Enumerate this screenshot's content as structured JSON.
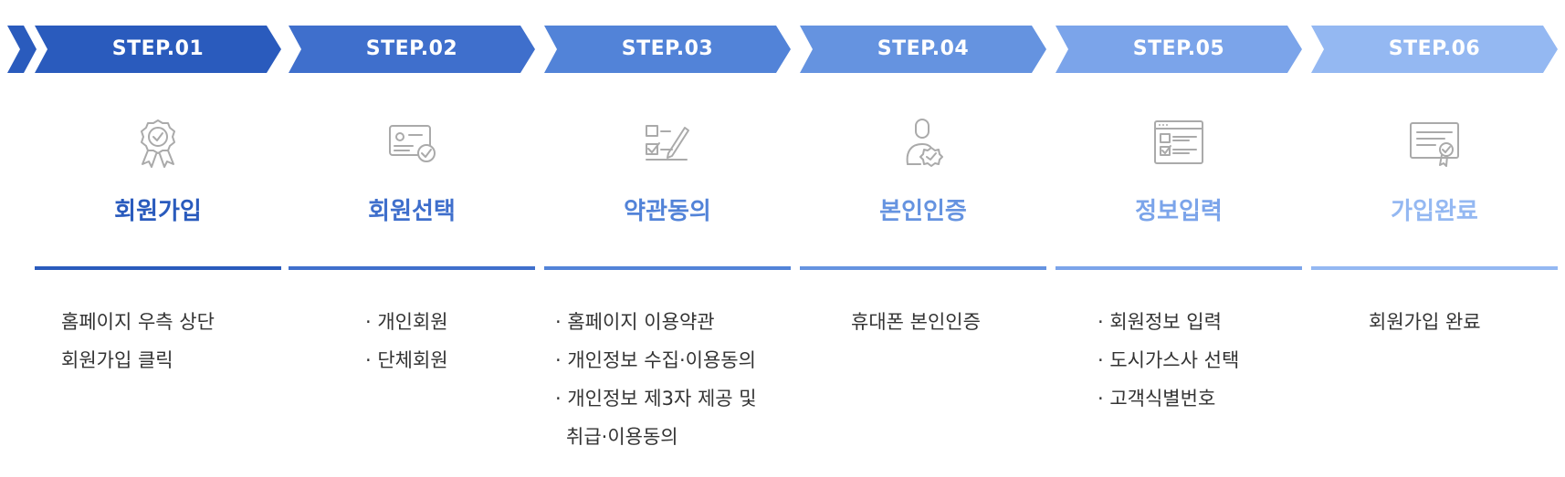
{
  "colors": {
    "step1": "#2a5bbd",
    "step2": "#3f6fcc",
    "step3": "#5283d8",
    "step4": "#6593e0",
    "step5": "#7ba4ea",
    "step6": "#94b8f2",
    "desc_text": "#333333",
    "icon_stroke": "#aaaaaa"
  },
  "steps": [
    {
      "label": "STEP.01",
      "title": "회원가입",
      "icon": "certificate-badge-icon",
      "lines": [
        {
          "text": "홈페이지 우측 상단"
        },
        {
          "text": "회원가입 클릭"
        }
      ]
    },
    {
      "label": "STEP.02",
      "title": "회원선택",
      "icon": "member-card-check-icon",
      "lines": [
        {
          "text": "· 개인회원"
        },
        {
          "text": "· 단체회원"
        }
      ]
    },
    {
      "label": "STEP.03",
      "title": "약관동의",
      "icon": "checklist-pen-icon",
      "lines": [
        {
          "text": "· 홈페이지 이용약관"
        },
        {
          "text": "· 개인정보 수집·이용동의"
        },
        {
          "text": "· 개인정보 제3자 제공 및"
        },
        {
          "text": "취급·이용동의",
          "indent": true
        }
      ]
    },
    {
      "label": "STEP.04",
      "title": "본인인증",
      "icon": "user-verified-icon",
      "lines": [
        {
          "text": "휴대폰 본인인증"
        }
      ]
    },
    {
      "label": "STEP.05",
      "title": "정보입력",
      "icon": "form-window-icon",
      "lines": [
        {
          "text": "· 회원정보 입력"
        },
        {
          "text": "· 도시가스사 선택"
        },
        {
          "text": "· 고객식별번호"
        }
      ]
    },
    {
      "label": "STEP.06",
      "title": "가입완료",
      "icon": "certificate-document-icon",
      "lines": [
        {
          "text": "회원가입 완료"
        }
      ]
    }
  ]
}
